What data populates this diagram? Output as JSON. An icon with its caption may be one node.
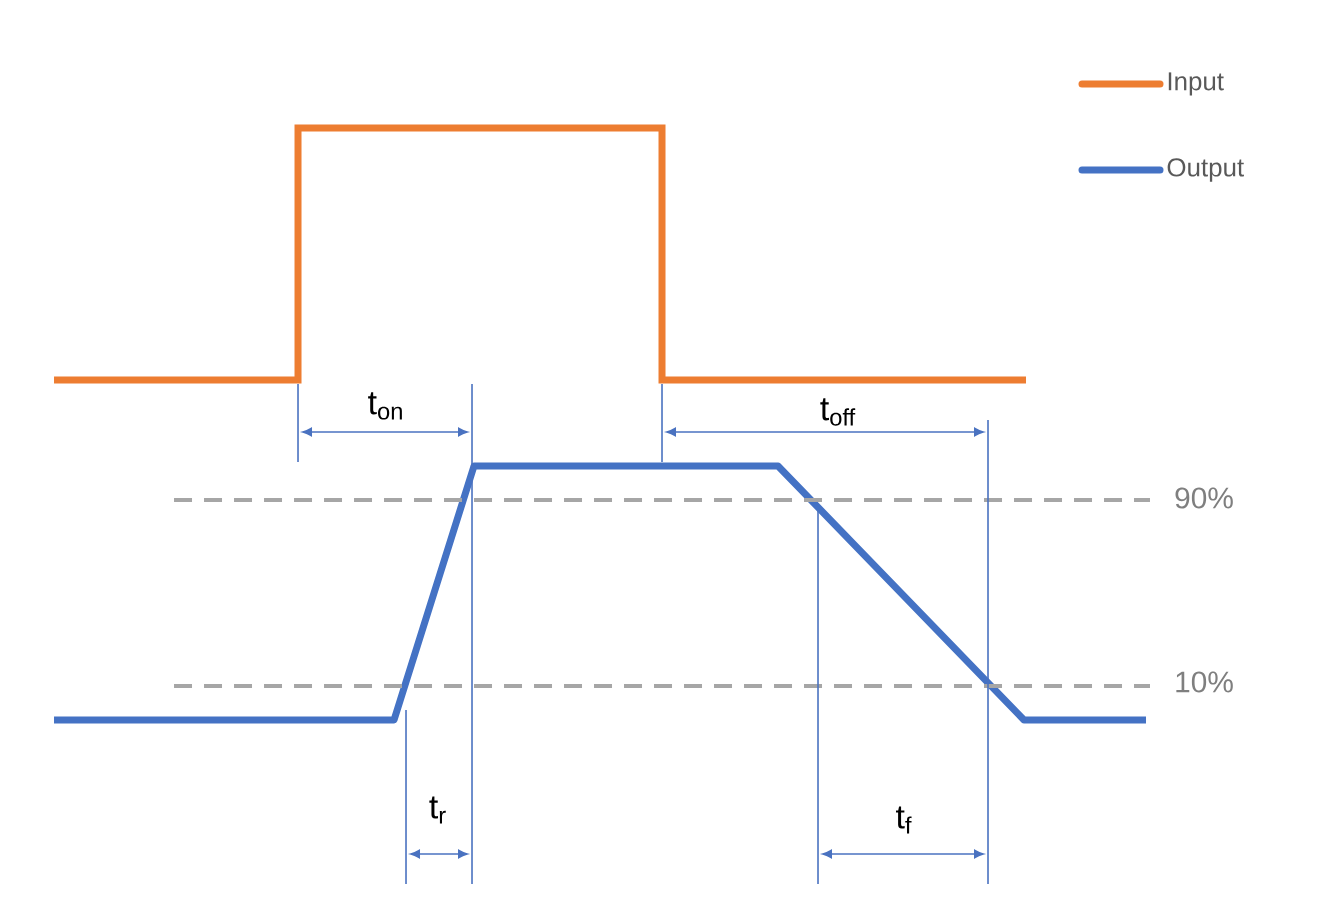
{
  "diagram": {
    "labels": [
      "t$_{on}$",
      "t$_{off}$",
      "90%",
      "10%",
      "t$_{r}$",
      "t$_{f}$"
    ],
    "legend": [
      {
        "text": "Input"
      },
      {
        "text": "Output"
      }
    ]
  }
}
